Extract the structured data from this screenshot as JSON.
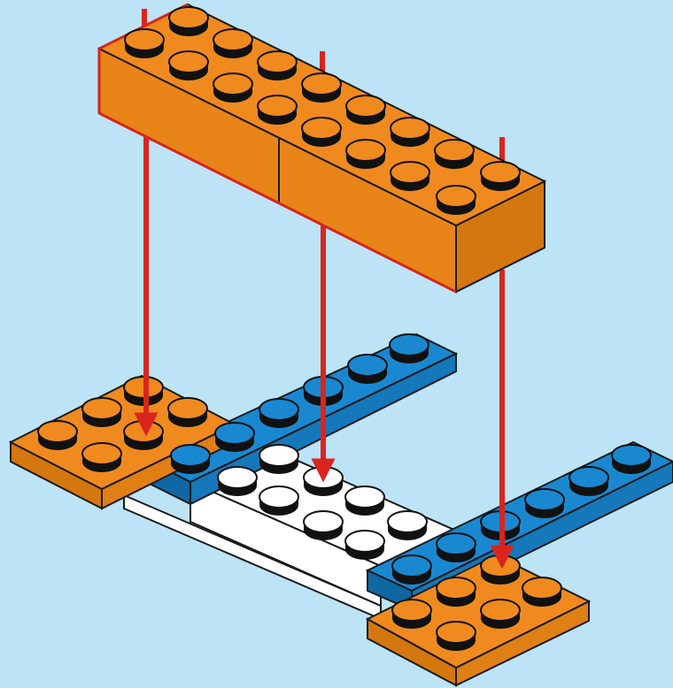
{
  "diagram": {
    "kind": "lego-build-step",
    "description_free": true,
    "colors": {
      "background": "#bde3f7",
      "orange": "#f08a1f",
      "orange_dark": "#c96f10",
      "blue": "#1a88d1",
      "blue_dark": "#0f67a3",
      "white": "#ffffff",
      "white_shade": "#e6e6e6",
      "outline": "#1a1a1a",
      "arrow": "#d9251d"
    },
    "pieces": [
      {
        "name": "orange-brick-2x8",
        "color": "orange",
        "studs": 16
      },
      {
        "name": "orange-plate-2x3-left",
        "color": "orange",
        "studs": 6
      },
      {
        "name": "orange-plate-2x3-right",
        "color": "orange",
        "studs": 6
      },
      {
        "name": "blue-plate-1x8-top",
        "color": "blue",
        "studs": 8
      },
      {
        "name": "blue-plate-1x8-bottom",
        "color": "blue",
        "studs": 8
      },
      {
        "name": "white-plate-2x4",
        "color": "white",
        "studs": 8
      }
    ],
    "arrows": 3
  }
}
